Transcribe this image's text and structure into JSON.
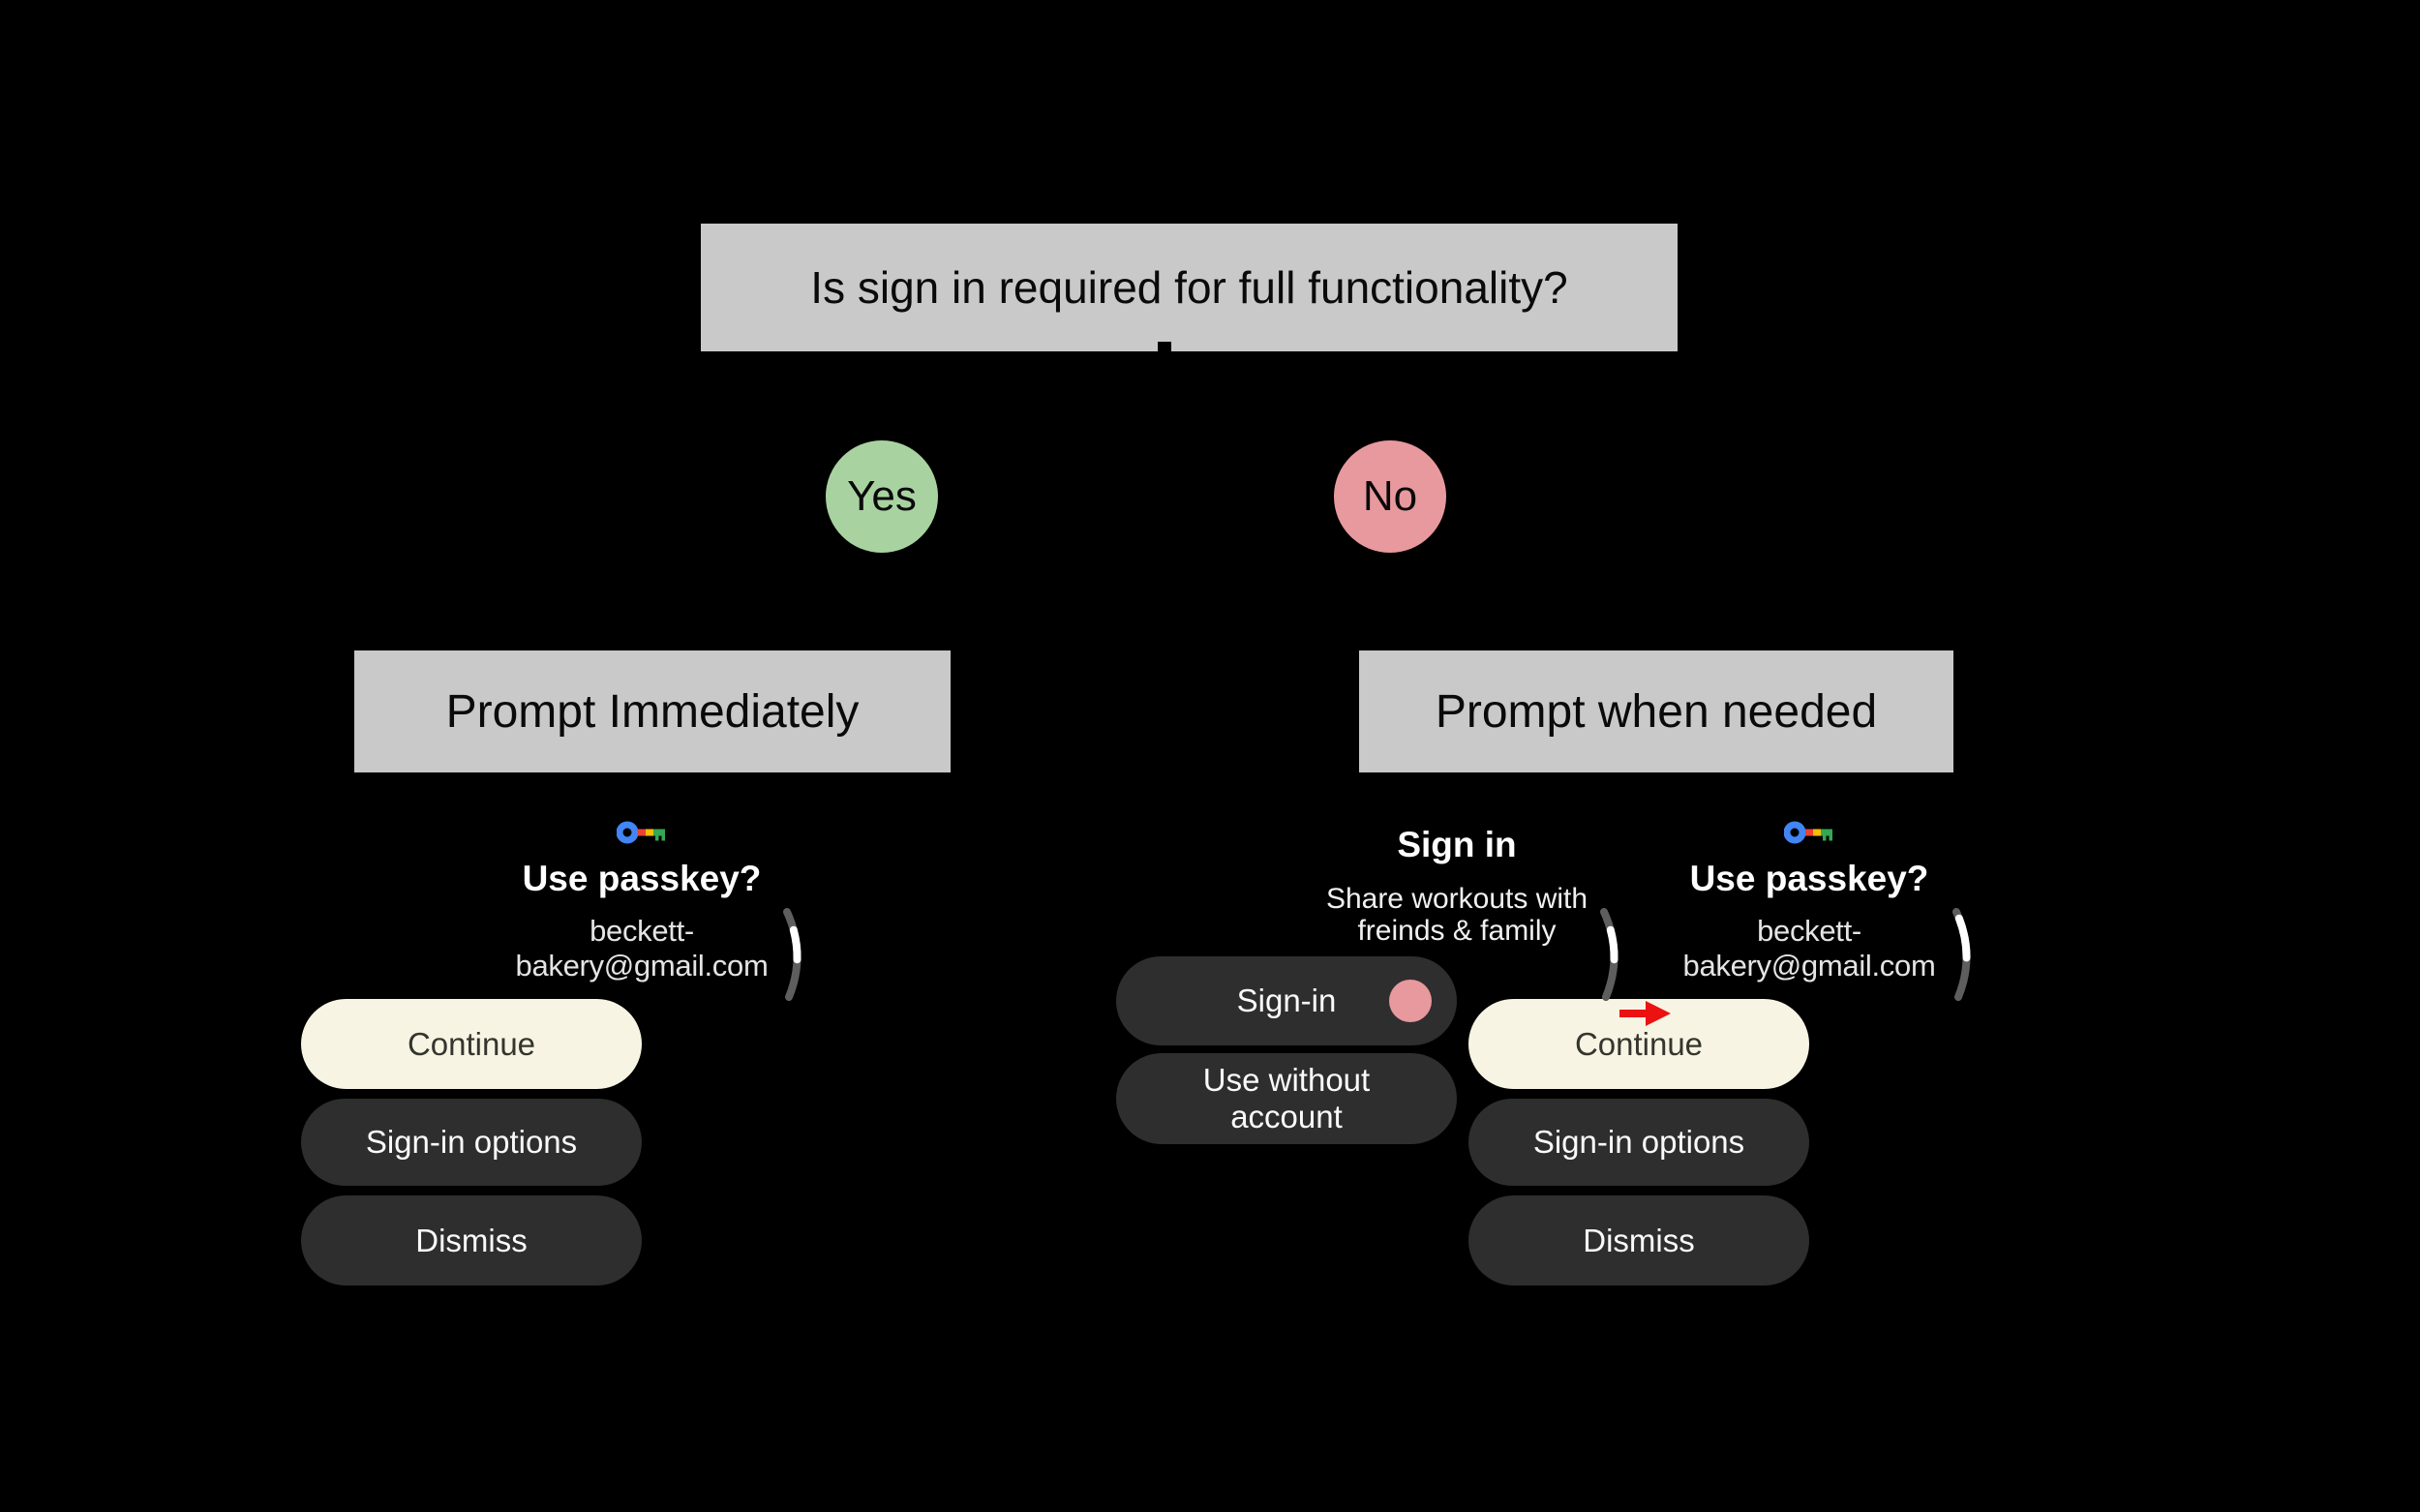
{
  "diagram": {
    "question": "Is sign in required for full functionality?",
    "branches": {
      "yes": {
        "label": "Yes",
        "outcome": "Prompt Immediately"
      },
      "no": {
        "label": "No",
        "outcome": "Prompt when needed"
      }
    }
  },
  "watch_passkey_left": {
    "icon": "passkey-key-icon",
    "title": "Use passkey?",
    "account_line1": "beckett-",
    "account_line2": "bakery@gmail.com",
    "primary_button": "Continue",
    "secondary_button": "Sign-in options",
    "tertiary_button": "Dismiss"
  },
  "watch_signin": {
    "title": "Sign in",
    "subtitle_line1": "Share workouts with",
    "subtitle_line2": "freinds & family",
    "signin_button": "Sign-in",
    "no_account_button_line1": "Use without",
    "no_account_button_line2": "account"
  },
  "watch_passkey_right": {
    "icon": "passkey-key-icon",
    "title": "Use passkey?",
    "account_line1": "beckett-",
    "account_line2": "bakery@gmail.com",
    "primary_button": "Continue",
    "secondary_button": "Sign-in options",
    "tertiary_button": "Dismiss"
  },
  "icons": {
    "passkey": "passkey-key-icon",
    "scroll_indicator": "scroll-indicator-arc",
    "flow_arrow": "red-arrow-right-icon"
  },
  "colors": {
    "background": "#000000",
    "node_gray": "#c9c9c9",
    "yes_green": "#a8d3a0",
    "no_pink": "#e8999e",
    "primary_button_cream": "#f8f4e4",
    "secondary_button_dark": "#2e2e2e",
    "arrow_red": "#ec1212",
    "key_blue": "#4285f4",
    "key_red": "#ea4335",
    "key_yellow": "#fbbc04",
    "key_green": "#34a853"
  }
}
